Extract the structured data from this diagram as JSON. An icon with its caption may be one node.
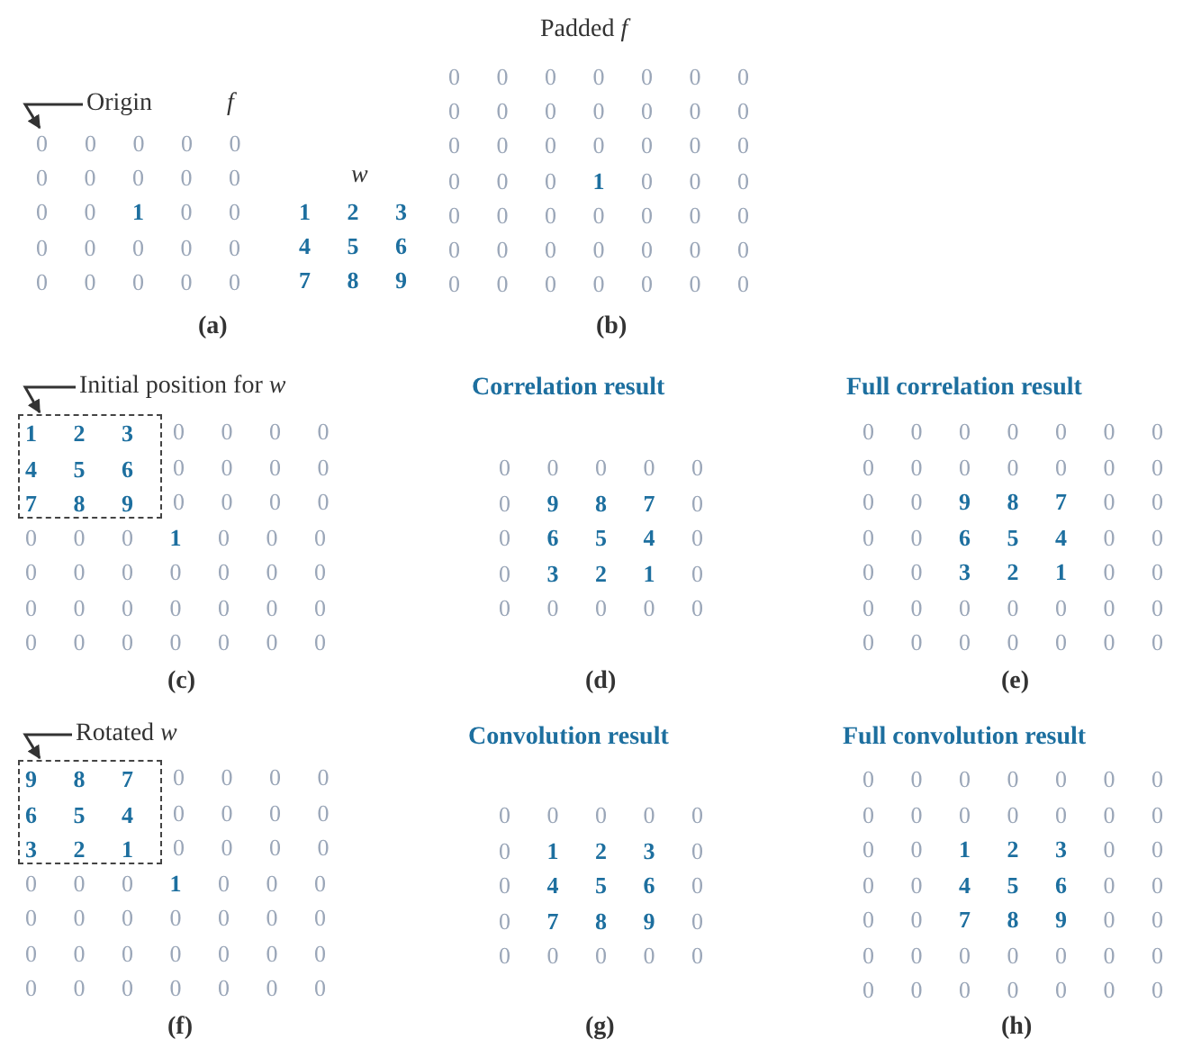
{
  "diagram": {
    "nodes": [
      {
        "text": [
          "Origin"
        ]
      },
      {
        "text": [
          "Initial position for *w*"
        ]
      },
      {
        "text": [
          "1 2 3",
          "4 5 6",
          "7 8 9"
        ]
      },
      {
        "text": [
          "Rotated *w*"
        ]
      },
      {
        "text": [
          "9 8 7",
          "6 5 4",
          "3 2 1"
        ]
      },
      {
        "text": [
          "0"
        ]
      }
    ],
    "edges": [
      {
        "from": 0,
        "to": 5,
        "arrow": "to"
      },
      {
        "from": 1,
        "to": 2,
        "arrow": "to"
      },
      {
        "from": 3,
        "to": 4,
        "arrow": "to"
      }
    ],
    "labels": [
      "f",
      "0 0 0 0",
      "0 0 0 0 0",
      "0 0 **1** 0 0",
      "0 0 0 0 0",
      "0 0 0 0 0",
      "w",
      "1 2 3",
      "4 5 6",
      "7 8 9",
      "(a)",
      "Padded *f*",
      "0 0 0 0 0 0 0",
      "0 0 0 0 0 0 0",
      "0 0 0 0 0 0 0",
      "0 0 0 **1** 0 0 0",
      "0 0 0 0 0 0 0",
      "0 0 0 0 0 0 0",
      "0 0 0 0 0 0 0",
      "(b)",
      "0 0 0 0",
      "0 0 0 0",
      "0 0 0 0",
      "0 0 0 **1** 0 0 0",
      "0 0 0 0 0 0 0",
      "0 0 0 0 0 0 0",
      "0 0 0 0 0 0 0",
      "(c)",
      "Correlation result",
      "0 0 0 0 0",
      "0 **9 8 7** 0",
      "0 **6 5 4** 0",
      "0 **3 2 1** 0",
      "0 0 0 0 0",
      "(d)",
      "Full correlation result",
      "0 0 0 0 0 0 0",
      "0 0 0 0 0 0 0",
      "0 0 **9 8 7** 0 0",
      "0 0 **6 5 4** 0 0",
      "0 0 **3 2 1** 0 0",
      "0 0 0 0 0 0 0",
      "0 0 0 0 0 0 0",
      "(e)",
      "0 0 0 0",
      "0 0 0 0",
      "0 0 0 0",
      "0 0 0 **1** 0 0 0",
      "0 0 0 0 0 0 0",
      "0 0 0 0 0 0 0",
      "0 0 0 0 0 0 0",
      "(f)",
      "Convolution result",
      "0 0 0 0 0",
      "0 **1 2 3** 0",
      "0 **4 5 6** 0",
      "0 **7 8 9** 0",
      "0 0 0 0 0",
      "(g)",
      "Full convolution result",
      "0 0 0 0 0 0 0",
      "0 0 0 0 0 0 0",
      "0 0 **1 2 3** 0 0",
      "0 0 **4 5 6** 0 0",
      "0 0 **7 8 9** 0 0",
      "0 0 0 0 0 0 0",
      "0 0 0 0 0 0 0",
      "(h)"
    ]
  }
}
